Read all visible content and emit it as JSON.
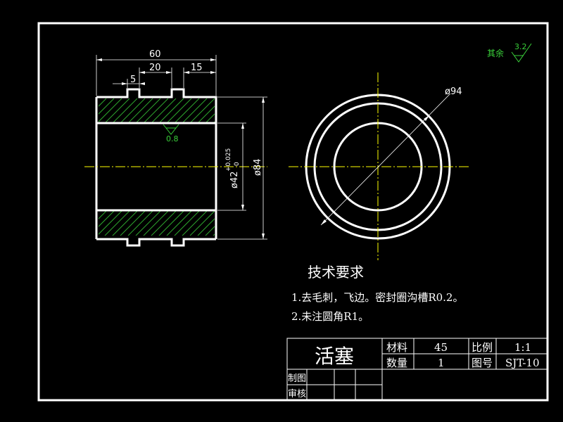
{
  "dimensions": {
    "overall_length": "60",
    "left_offset": "5",
    "mid_offset": "20",
    "right_offset": "15",
    "bore_dia": "ø42",
    "bore_tol_upper": "+0.025",
    "bore_tol_lower": "0",
    "outer_dia": "ø84",
    "groove_dia": "ø94"
  },
  "surface_finish": {
    "bore_roughness": "0.8",
    "other_label": "其余",
    "other_roughness": "3.2"
  },
  "tech_requirements": {
    "title": "技术要求",
    "items": [
      "1.去毛刺，飞边。密封圈沟槽R0.2。",
      "2.未注圆角R1。"
    ]
  },
  "title_block": {
    "part_name": "活塞",
    "material_label": "材料",
    "material_value": "45",
    "scale_label": "比例",
    "scale_value": "1:1",
    "quantity_label": "数量",
    "quantity_value": "1",
    "drawing_no_label": "图号",
    "drawing_no_value": "SJT-10",
    "drawn_by_label": "制图",
    "checked_by_label": "审核"
  },
  "colors": {
    "background": "#000000",
    "lines": "#ffffff",
    "hatch": "#2ea62e",
    "centerline": "#ffff00",
    "annotation": "#3ad13a"
  }
}
